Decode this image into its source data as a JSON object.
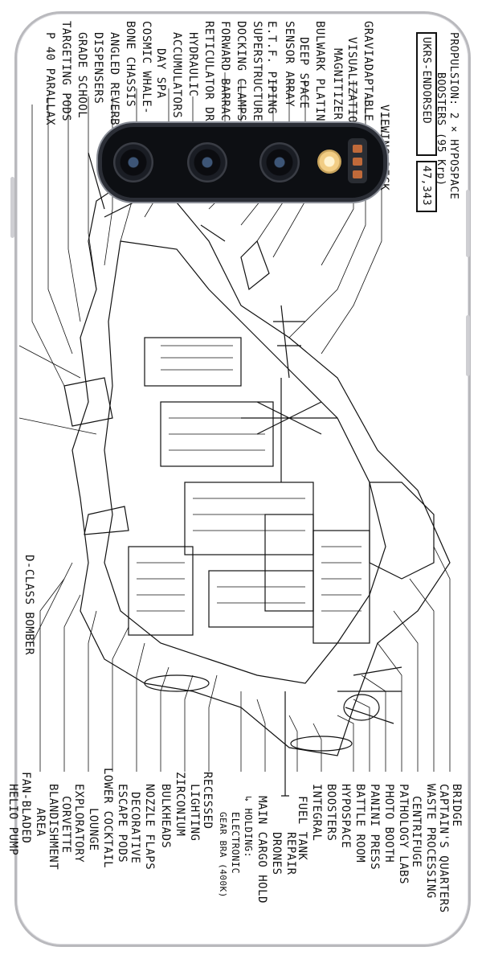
{
  "propulsion": {
    "line1": "PROPULSION: 2 × HYPOSPACE",
    "line2": "BOOSTERS (95 Krp)",
    "endorsed": "UKRS-ENDORSED",
    "code": "47,343"
  },
  "upper_labels": [
    "VIEWING DECK",
    "GRAVIADAPTABLE FLI",
    "VISUALIZATION",
    "MAGNITIZER",
    "BULWARK PLATING",
    "DEEP SPACE",
    "SENSOR ARRAY",
    "E.T.F. PIPING",
    "SUPERSTRUCTURE",
    "DOCKING CLAMPS",
    "FORWARD BARRACK",
    "RETICULATOR DRUM",
    "HYDRAULIC",
    "ACCUMULATORS",
    "DAY SPA",
    "COSMIC WHALE-",
    "BONE CHASSIS",
    "ANGLED REVERB",
    "DISPENSERS",
    "GRADE SCHOOL",
    "TARGETING PODS",
    "P 40 PARALLAX"
  ],
  "lower_labels": [
    "BRIDGE",
    "CAPTAIN'S QUARTERS",
    "WASTE PROCESSING",
    "CENTRIFUGE",
    "PATHOLOGY LABS",
    "PHOTO BOOTH",
    "PANINI PRESS",
    "BATTLE ROOM",
    "HYPOSPACE",
    "BOOSTERS",
    "INTEGRAL",
    "FUEL TANK",
    "REPAIR",
    "DRONES",
    "MAIN CARGO HOLD",
    "↳ HOLDING:",
    "ELECTRONIC",
    "GEAR BRA (400K)",
    "RECESSED",
    "LIGHTING",
    "ZIRCONIUM",
    "BULKHEADS",
    "NOZZLE FLAPS",
    "DECORATIVE",
    "ESCAPE PODS",
    "LOWER COCKTAIL",
    "LOUNGE",
    "EXPLORATORY",
    "CORVETTE",
    "BLANDISHMENT",
    "AREA",
    "FAN-BLADED",
    "HELIO PUMP"
  ],
  "side_caption": "D-CLASS BOMBER",
  "icons": {
    "main_camera": "camera-lens-icon",
    "flash": "flash-icon",
    "sensor": "sensor-icon"
  },
  "colors": {
    "skin_bg": "#ffffff",
    "ink": "#111111",
    "camera_bar": "#0d0f13",
    "frame": "#b9b9bd"
  }
}
